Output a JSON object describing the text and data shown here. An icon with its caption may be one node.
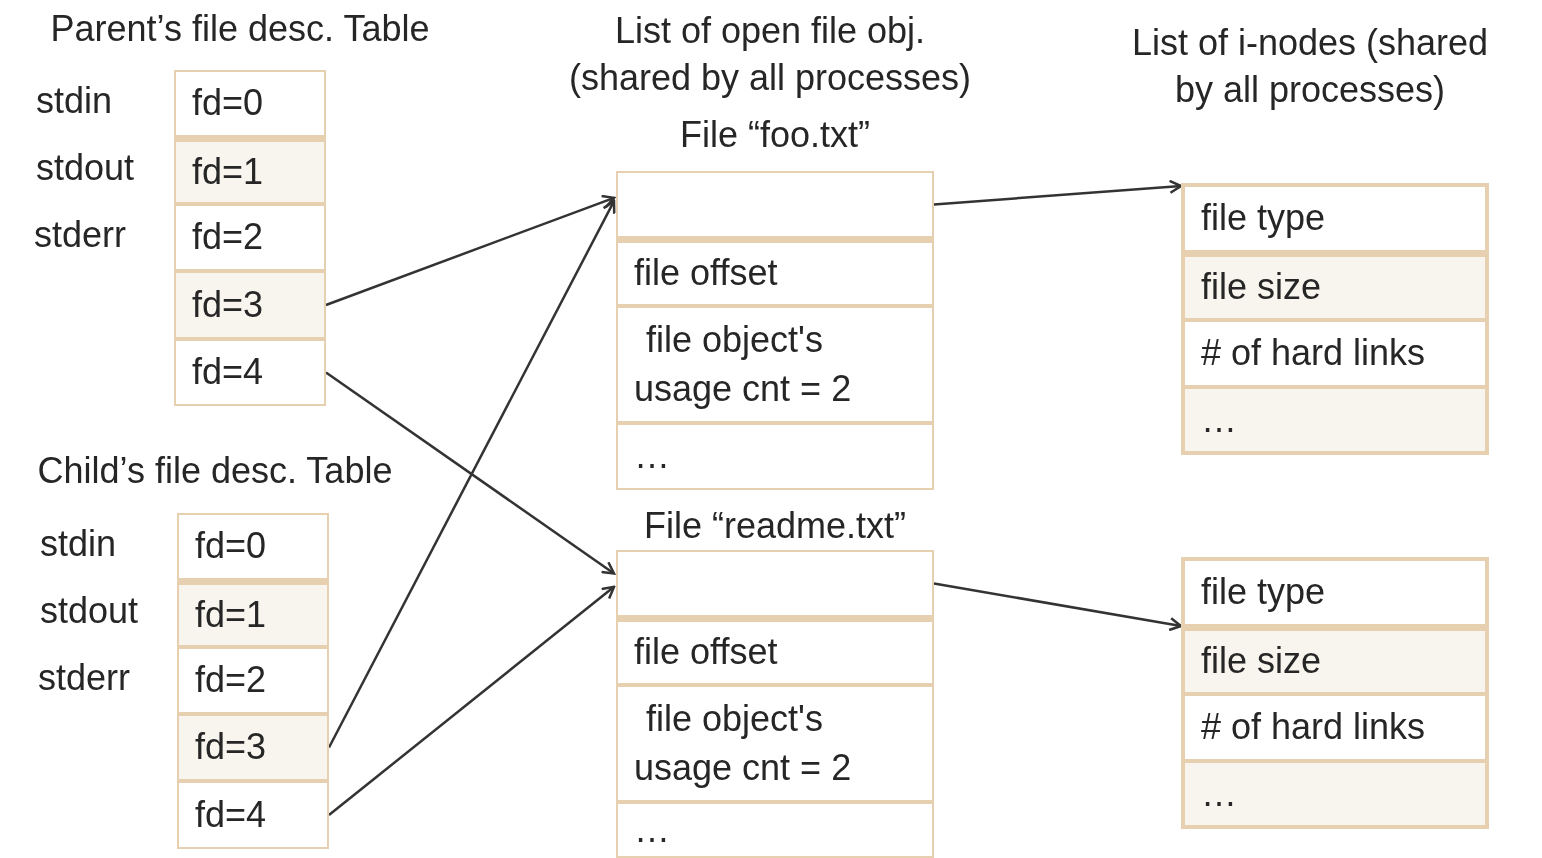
{
  "diagram": {
    "nodes": [
      {
        "text": [
          "fd=0"
        ],
        "beside": [
          "stdin"
        ]
      },
      {
        "text": [
          "fd=1"
        ],
        "beside": [
          "stdout"
        ]
      },
      {
        "text": [
          "fd=2"
        ],
        "beside": [
          "stderr"
        ]
      },
      {
        "text": [
          "fd=3"
        ]
      },
      {
        "text": [
          "fd=4"
        ]
      },
      {
        "text": [
          "fd=0"
        ],
        "beside": [
          "stdin"
        ]
      },
      {
        "text": [
          "fd=1"
        ],
        "beside": [
          "stdout"
        ]
      },
      {
        "text": [
          "fd=2"
        ],
        "beside": [
          "stderr"
        ]
      },
      {
        "text": [
          "fd=3"
        ]
      },
      {
        "text": [
          "fd=4"
        ]
      },
      {
        "text": [
          "File “foo.txt”"
        ]
      },
      {
        "text": [],
        "shape": "box",
        "in": 10
      },
      {
        "text": [
          "file offset"
        ],
        "in": 10
      },
      {
        "text": [
          "file object's usage cnt = 2"
        ],
        "in": 10
      },
      {
        "text": [
          "…"
        ],
        "in": 10
      },
      {
        "text": [
          "File “readme.txt”"
        ]
      },
      {
        "text": [],
        "shape": "box",
        "in": 15
      },
      {
        "text": [
          "file offset"
        ],
        "in": 15
      },
      {
        "text": [
          "file object's usage cnt = 2"
        ],
        "in": 15
      },
      {
        "text": [
          "…"
        ],
        "in": 15
      },
      {
        "text": [],
        "shape": "box"
      },
      {
        "text": [
          "file type"
        ],
        "in": 20
      },
      {
        "text": [
          "file size"
        ],
        "in": 20
      },
      {
        "text": [
          "# of hard links"
        ],
        "in": 20
      },
      {
        "text": [
          "…"
        ],
        "in": 20
      },
      {
        "text": [],
        "shape": "box"
      },
      {
        "text": [
          "file type"
        ],
        "in": 25
      },
      {
        "text": [
          "file size"
        ],
        "in": 25
      },
      {
        "text": [
          "# of hard links"
        ],
        "in": 25
      },
      {
        "text": [
          "…"
        ],
        "in": 25
      }
    ],
    "edges": [
      {
        "from": 3,
        "to": 11,
        "arrow": "to"
      },
      {
        "from": 4,
        "to": 16,
        "arrow": "to"
      },
      {
        "from": 8,
        "to": 11,
        "arrow": "to"
      },
      {
        "from": 9,
        "to": 16,
        "arrow": "to"
      },
      {
        "from": 11,
        "to": 20,
        "arrow": "to"
      },
      {
        "from": 16,
        "to": 25,
        "arrow": "to"
      }
    ],
    "labels": [
      "Parent’s file desc. Table",
      "List of open file obj. (shared by all processes)",
      "List of i-nodes (shared by all processes)",
      "Child’s file desc. Table"
    ]
  }
}
